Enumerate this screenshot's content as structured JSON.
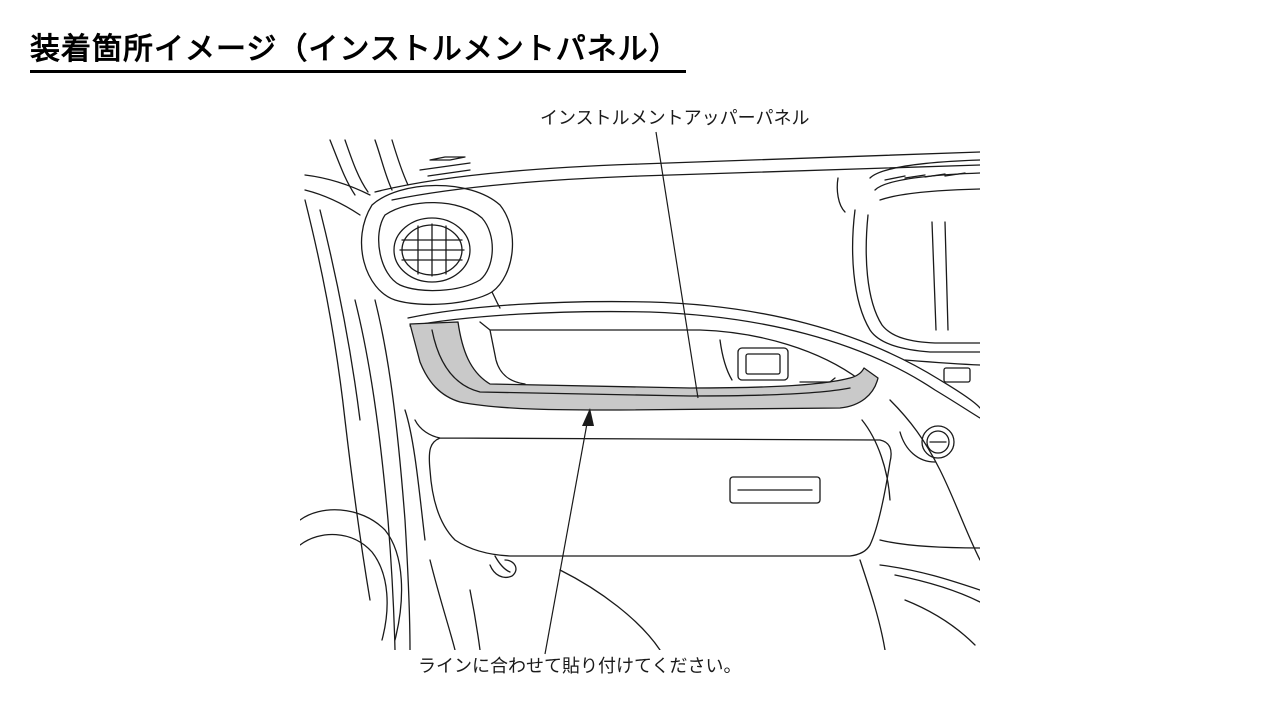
{
  "title": "装着箇所イメージ（インストルメントパネル）",
  "callouts": {
    "upper_panel": "インストルメントアッパーパネル",
    "instruction": "ラインに合わせて貼り付けてください。"
  },
  "colors": {
    "highlight_strip": "#c9c9c9",
    "line": "#1a1a1a"
  }
}
